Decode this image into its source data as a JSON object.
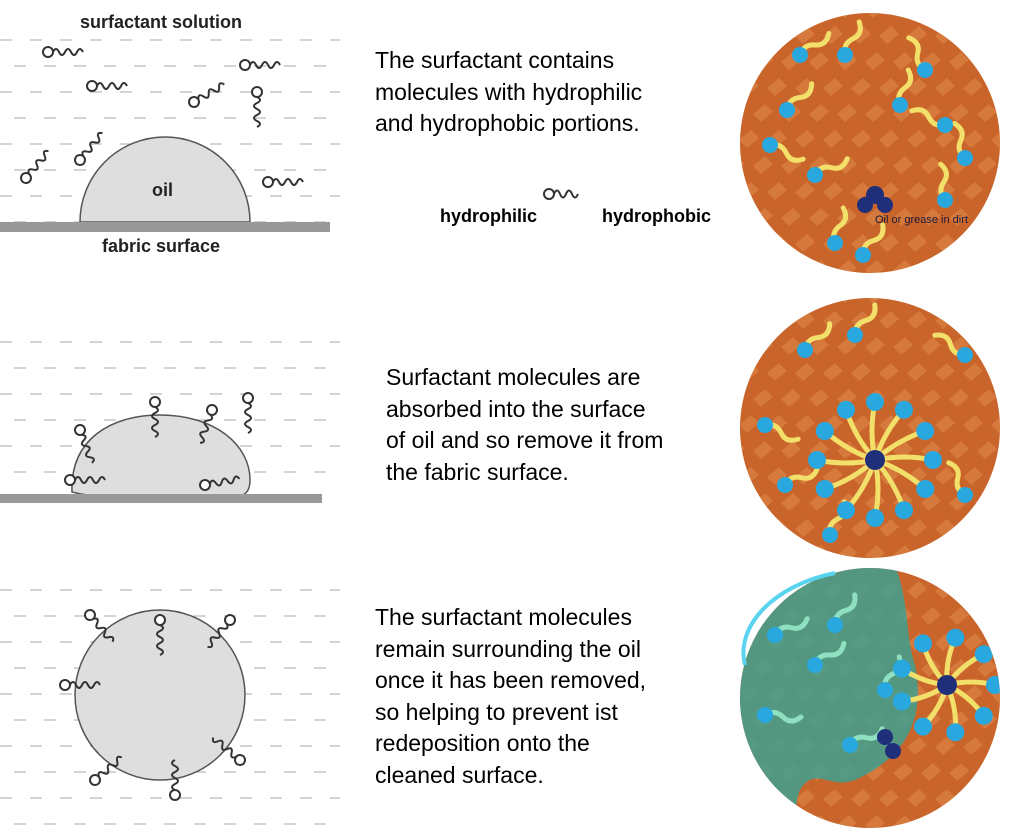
{
  "row1": {
    "diagram": {
      "solution_label": "surfactant solution",
      "oil_label": "oil",
      "fabric_label": "fabric surface"
    },
    "text_lines": [
      "The surfactant contains",
      "molecules with hydrophilic",
      "and hydrophobic portions."
    ],
    "legend": {
      "hydrophilic": "hydrophilic",
      "hydrophobic": "hydrophobic"
    },
    "circle_label": "Oil or grease in dirt"
  },
  "row2": {
    "text_lines": [
      "Surfactant molecules are",
      "absorbed into the surface",
      "of oil and so remove it from",
      "the fabric surface."
    ]
  },
  "row3": {
    "text_lines": [
      "The surfactant molecules",
      "remain surrounding the oil",
      "once it has been removed,",
      "so helping to prevent ist",
      "redeposition onto the",
      "cleaned surface."
    ]
  },
  "colors": {
    "fabric": "#c9642a",
    "weave": "#e08a4a",
    "head": "#29a8e0",
    "tail": "#f3e06a",
    "dirt": "#1f2f7a",
    "water": "#3fa090"
  }
}
